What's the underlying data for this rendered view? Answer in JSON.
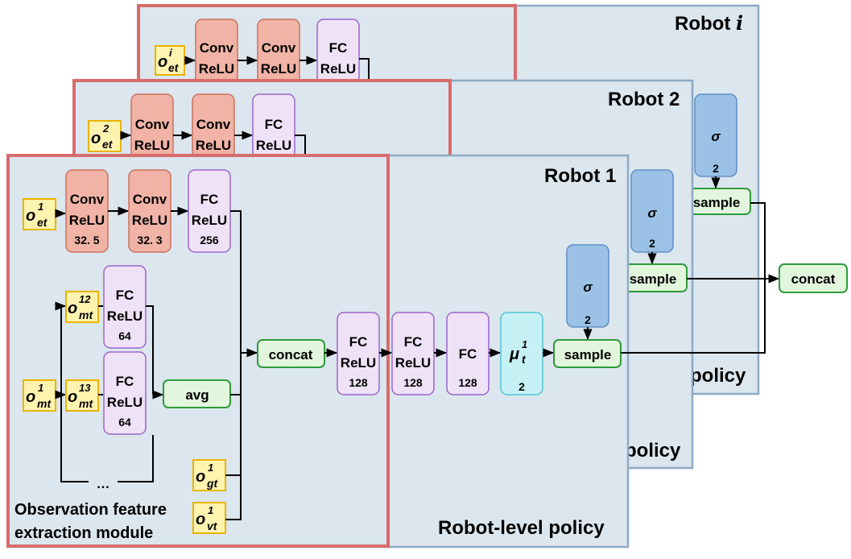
{
  "colors": {
    "panel_bg": "#dce6ee",
    "panel_border": "#8eaac4",
    "module_border": "#d86b6b",
    "conv_fill": "#f0b3a5",
    "conv_stroke": "#c9725e",
    "fc_fill": "#efe2f7",
    "fc_stroke": "#9b66c8",
    "mu_fill": "#c6f1f4",
    "mu_stroke": "#4fc6d2",
    "sigma_fill": "#9bc2e6",
    "sigma_stroke": "#5f8fc6",
    "green_fill": "#e2f6dd",
    "green_stroke": "#2f9a3b",
    "obs_fill": "#fff3b0",
    "obs_stroke": "#e8b400"
  },
  "panels": {
    "robot_i": {
      "title": "Robot i",
      "title_main": "Robot ",
      "title_italic": "i",
      "policy_fragment": "policy"
    },
    "robot_2": {
      "title": "Robot 2",
      "policy_fragment": "policy"
    },
    "robot_1": {
      "title": "Robot 1",
      "policy_label": "Robot-level policy"
    }
  },
  "module_label_line1": "Observation feature",
  "module_label_line2": "extraction module",
  "blocks": {
    "conv": "Conv",
    "relu": "ReLU",
    "fc": "FC",
    "conv1_size": "32. 5",
    "conv2_size": "32. 3",
    "fc_e_size": "256",
    "fc_m12_size": "64",
    "fc_m13_size": "64",
    "fc1_size": "128",
    "fc2_size": "128",
    "fc3_size": "128",
    "mu_size": "2",
    "sigma_size": "2",
    "concat": "concat",
    "avg": "avg",
    "sample": "sample",
    "sigma": "σ",
    "mu": "μ",
    "mu_sup": "1",
    "mu_sub": "t",
    "ellipsis": "…"
  },
  "observations": {
    "o_et_1": {
      "base": "o",
      "sup": "1",
      "sub": "et"
    },
    "o_et_2": {
      "base": "o",
      "sup": "2",
      "sub": "et"
    },
    "o_et_i": {
      "base": "o",
      "sup": "i",
      "sub": "et"
    },
    "o_mt_12": {
      "base": "o",
      "sup": "12",
      "sub": "mt"
    },
    "o_mt_13": {
      "base": "o",
      "sup": "13",
      "sub": "mt"
    },
    "o_mt_1": {
      "base": "o",
      "sup": "1",
      "sub": "mt"
    },
    "o_gt_1": {
      "base": "o",
      "sup": "1",
      "sub": "gt"
    },
    "o_vt_1": {
      "base": "o",
      "sup": "1",
      "sub": "vt"
    }
  },
  "final_concat": "concat"
}
